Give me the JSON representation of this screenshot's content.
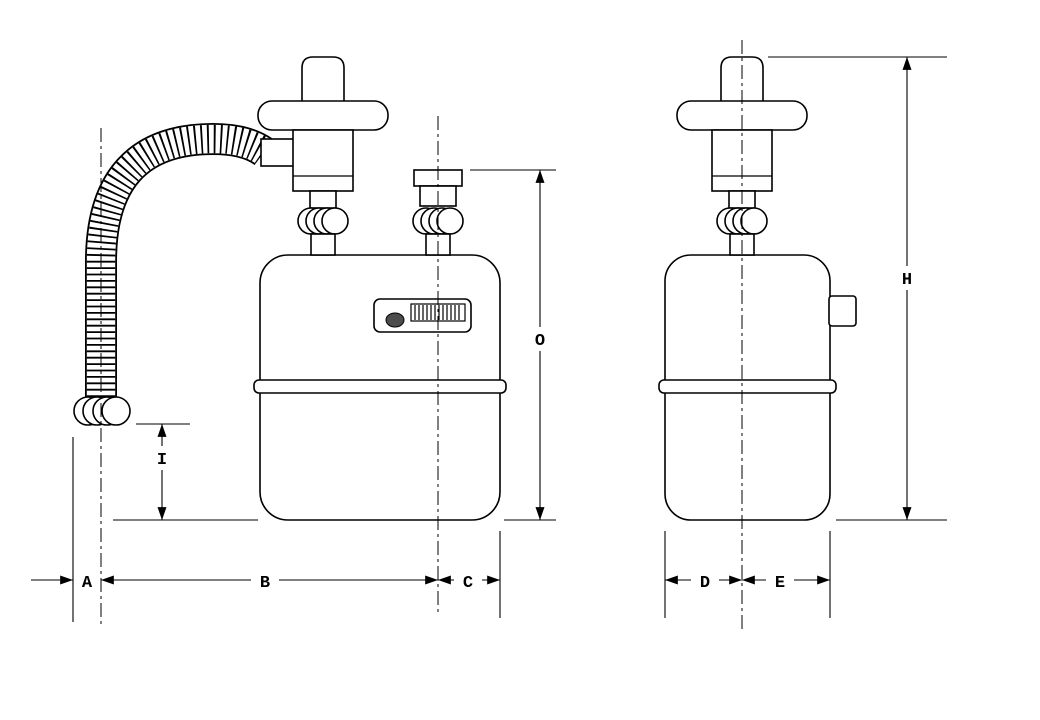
{
  "diagram": {
    "background_color": "#ffffff",
    "line_color": "#000000",
    "indicator_dot_color": "#4d4d4d",
    "dimension_labels": {
      "a": "A",
      "b": "B",
      "c": "C",
      "d": "D",
      "e": "E",
      "h": "H",
      "i": "I",
      "o": "O"
    }
  }
}
